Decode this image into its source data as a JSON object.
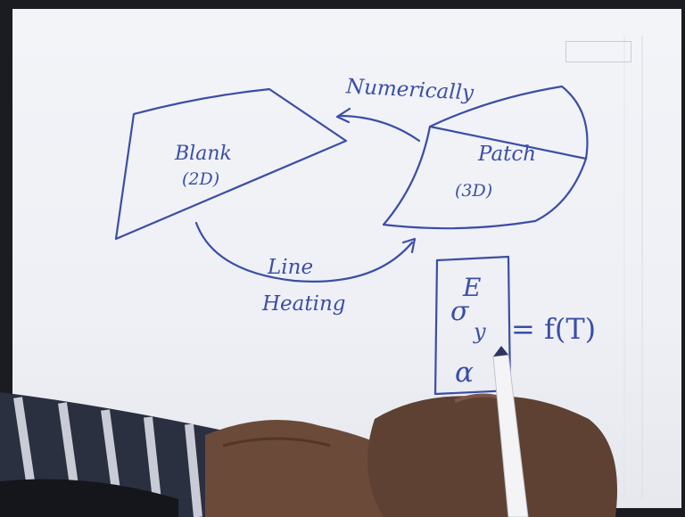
{
  "whiteboard": {
    "numerically": "Numerically",
    "blank": "Blank",
    "blank_dim": "(2D)",
    "patch": "Patch",
    "patch_dim": "(3D)",
    "line": "Line",
    "heating": "Heating",
    "formula": {
      "E": "E",
      "sigma": "σ",
      "y": "y",
      "alpha": "α",
      "equals_f_T": "= f(T)"
    }
  },
  "colors": {
    "ink": "#3b4ea6",
    "paper": "#f1f2f6",
    "background": "#1a1c22"
  }
}
